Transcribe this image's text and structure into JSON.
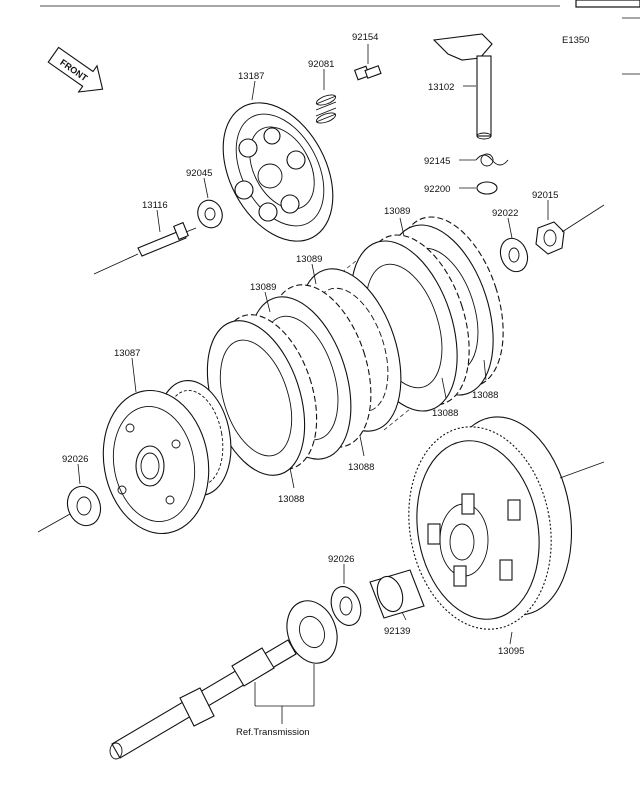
{
  "diagram": {
    "code": "E1350",
    "front_label": "FRONT",
    "ref_label": "Ref.Transmission"
  },
  "parts": [
    {
      "id": "13187"
    },
    {
      "id": "92081"
    },
    {
      "id": "92154"
    },
    {
      "id": "13102"
    },
    {
      "id": "92145"
    },
    {
      "id": "92200"
    },
    {
      "id": "92045"
    },
    {
      "id": "13116"
    },
    {
      "id": "13089"
    },
    {
      "id": "13089"
    },
    {
      "id": "13089"
    },
    {
      "id": "92022"
    },
    {
      "id": "92015"
    },
    {
      "id": "13087"
    },
    {
      "id": "13088"
    },
    {
      "id": "13088"
    },
    {
      "id": "13088"
    },
    {
      "id": "13088"
    },
    {
      "id": "92026"
    },
    {
      "id": "92026"
    },
    {
      "id": "92139"
    },
    {
      "id": "13095"
    }
  ]
}
